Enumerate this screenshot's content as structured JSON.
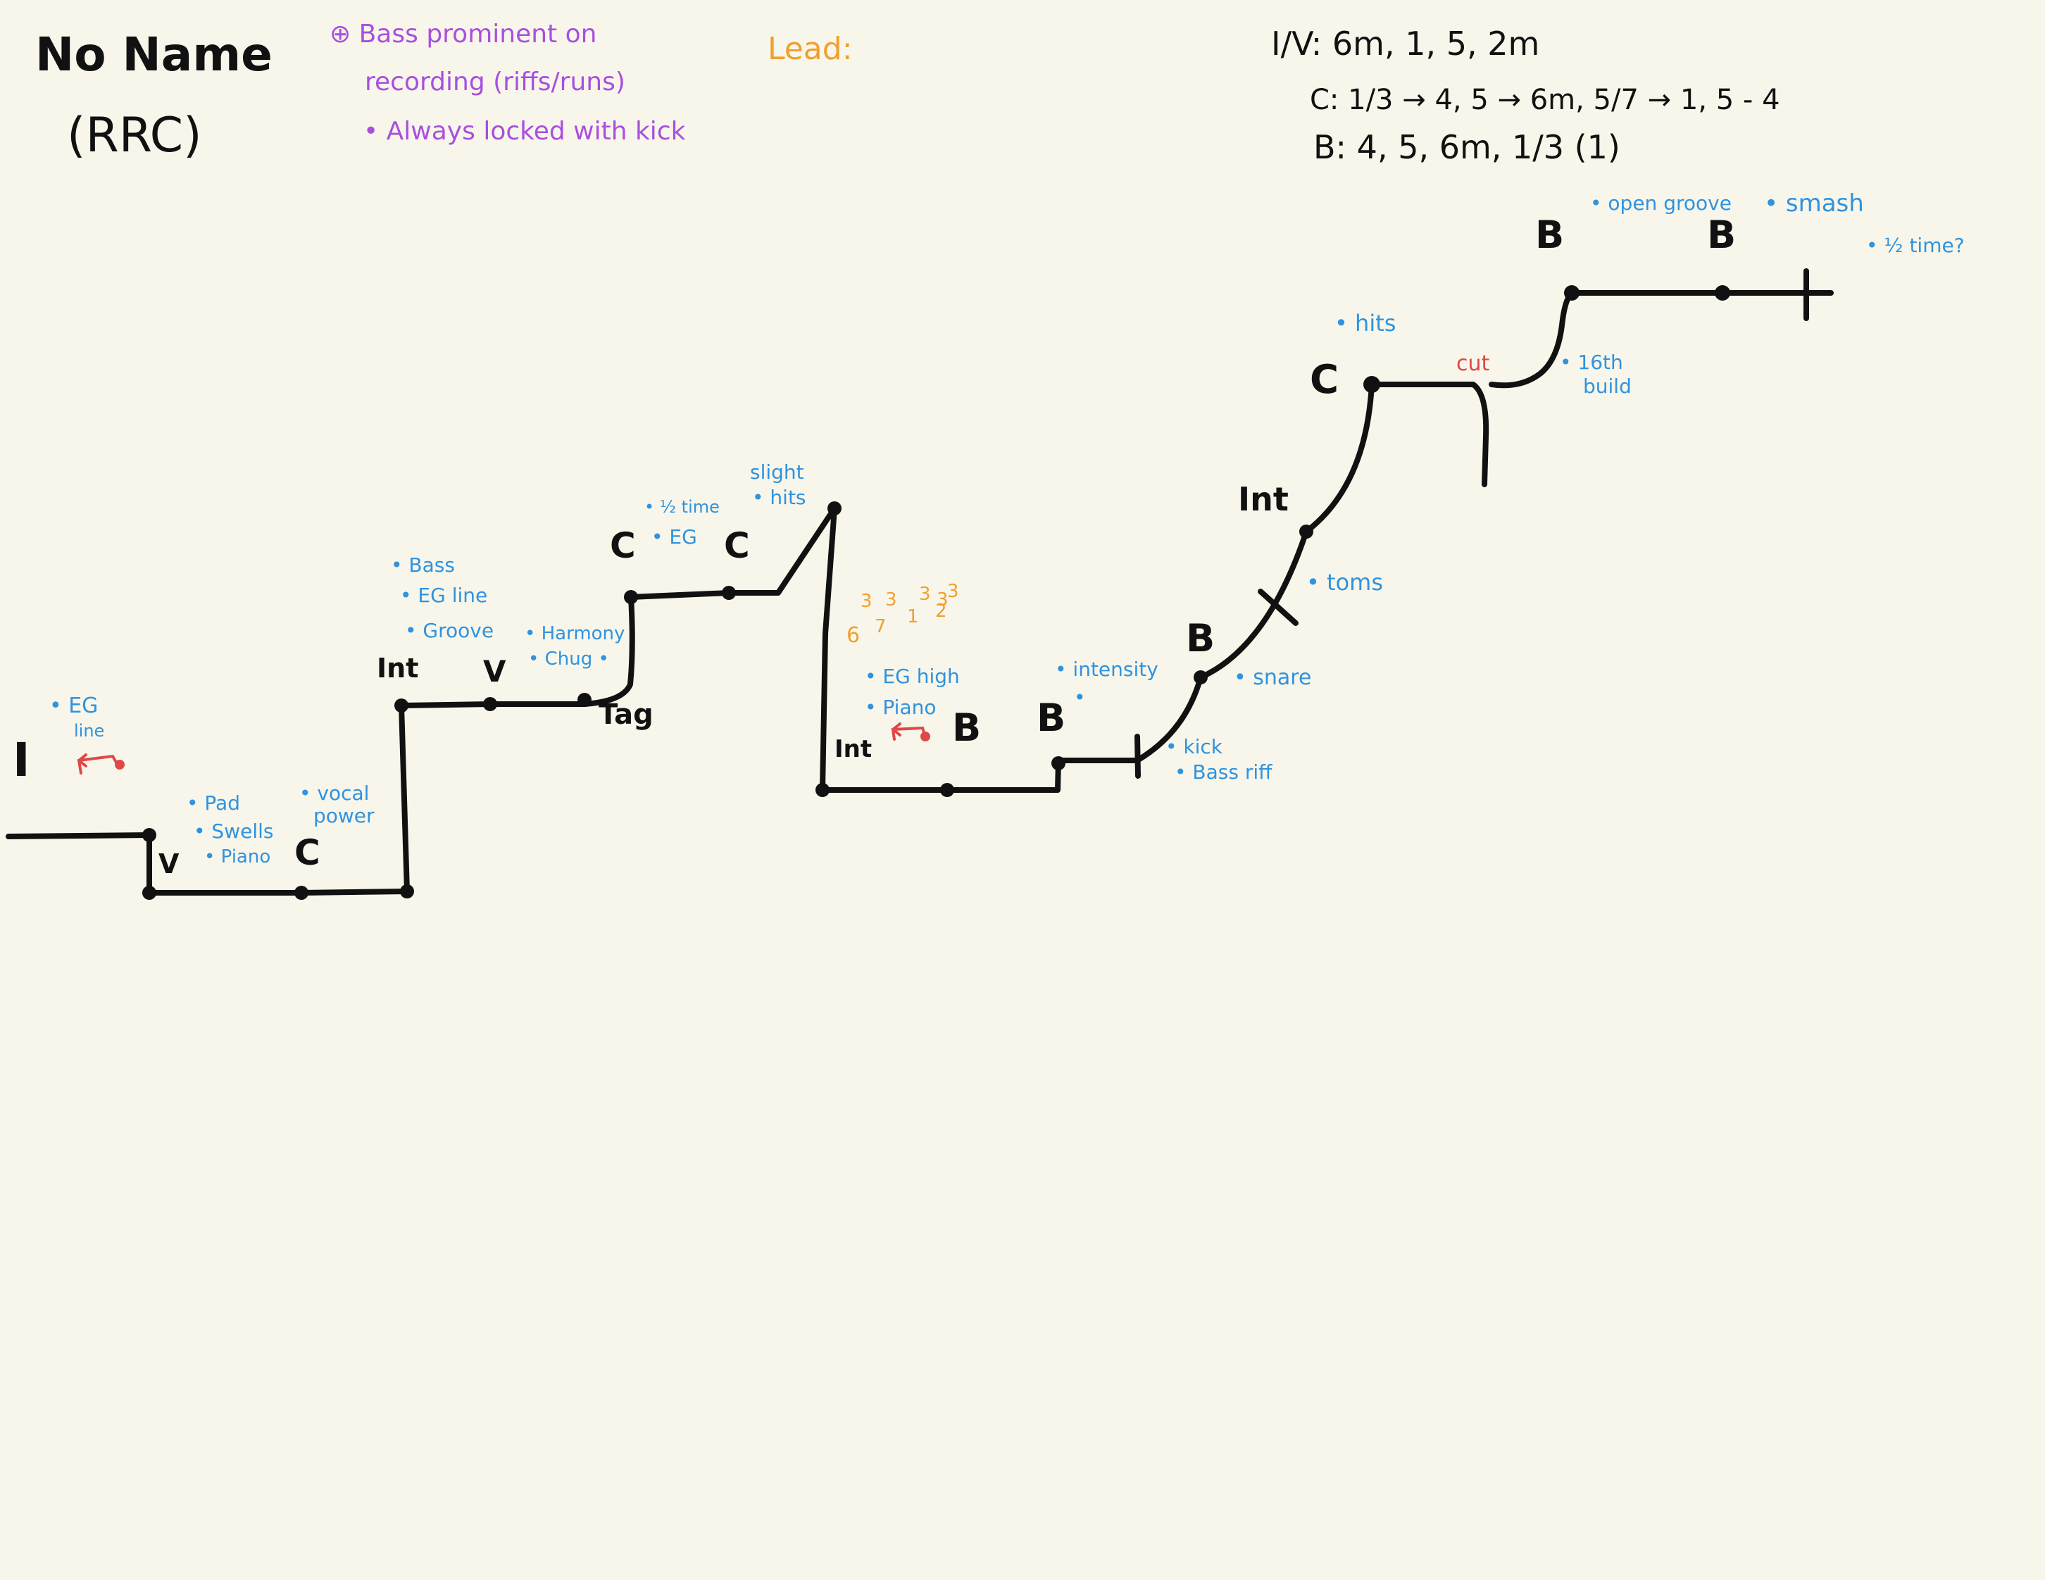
{
  "colors": {
    "ink": "#111111",
    "blue": "#2f93e0",
    "purple": "#a94fe0",
    "orange": "#f0a030",
    "red": "#e04848",
    "paper": "#f8f6ea"
  },
  "header": {
    "title": "No Name",
    "subtitle": "(RRC)",
    "lead_label": "Lead:"
  },
  "bass_notes": [
    "⊕ Bass prominent on",
    "recording (riffs/runs)",
    "• Always locked with kick"
  ],
  "chords": [
    "I/V:  6m, 1, 5, 2m",
    "C:  1/3 → 4,  5 → 6m,  5/7 → 1,  5 - 4",
    "B:  4, 5, 6m,  1/3 (1)"
  ],
  "sections": {
    "intro": "I",
    "verse1": "V",
    "chorus1": "C",
    "interlude1": "Int",
    "verse2": "V",
    "tag": "Tag",
    "chorus2a": "C",
    "chorus2b": "C",
    "interlude2": "Int",
    "bridge1": "B",
    "bridge2": "B",
    "bridge3": "B",
    "interlude3": "Int",
    "chorus3": "C",
    "bridge4": "B",
    "bridge5": "B"
  },
  "notes": {
    "intro": [
      "• EG",
      "line"
    ],
    "verse1": [
      "• Pad",
      "• Swells",
      "• Piano"
    ],
    "chorus1": [
      "• vocal",
      "power"
    ],
    "interlude1": [
      "• Bass",
      "• EG line",
      "• Groove"
    ],
    "verse2": [
      "• Harmony",
      "• Chug •"
    ],
    "chorus2": [
      "• ½ time",
      "• EG"
    ],
    "chorus2b": [
      "slight",
      "• hits"
    ],
    "interlude2": [
      "• EG high",
      "• Piano"
    ],
    "bridge2": [
      "• intensity",
      "•"
    ],
    "kick": [
      "• kick",
      "• Bass riff"
    ],
    "snare": [
      "• snare"
    ],
    "toms": [
      "• toms"
    ],
    "chorus3": [
      "• hits"
    ],
    "cut": "cut",
    "build": [
      "• 16th",
      "build"
    ],
    "open_groove": "• open groove",
    "smash": "• smash",
    "half_time": "• ½ time?"
  },
  "lead_numbers": {
    "top": [
      "3",
      "3",
      "3",
      "3",
      "3"
    ],
    "bottom": [
      "6",
      "7",
      "1",
      "2"
    ]
  }
}
